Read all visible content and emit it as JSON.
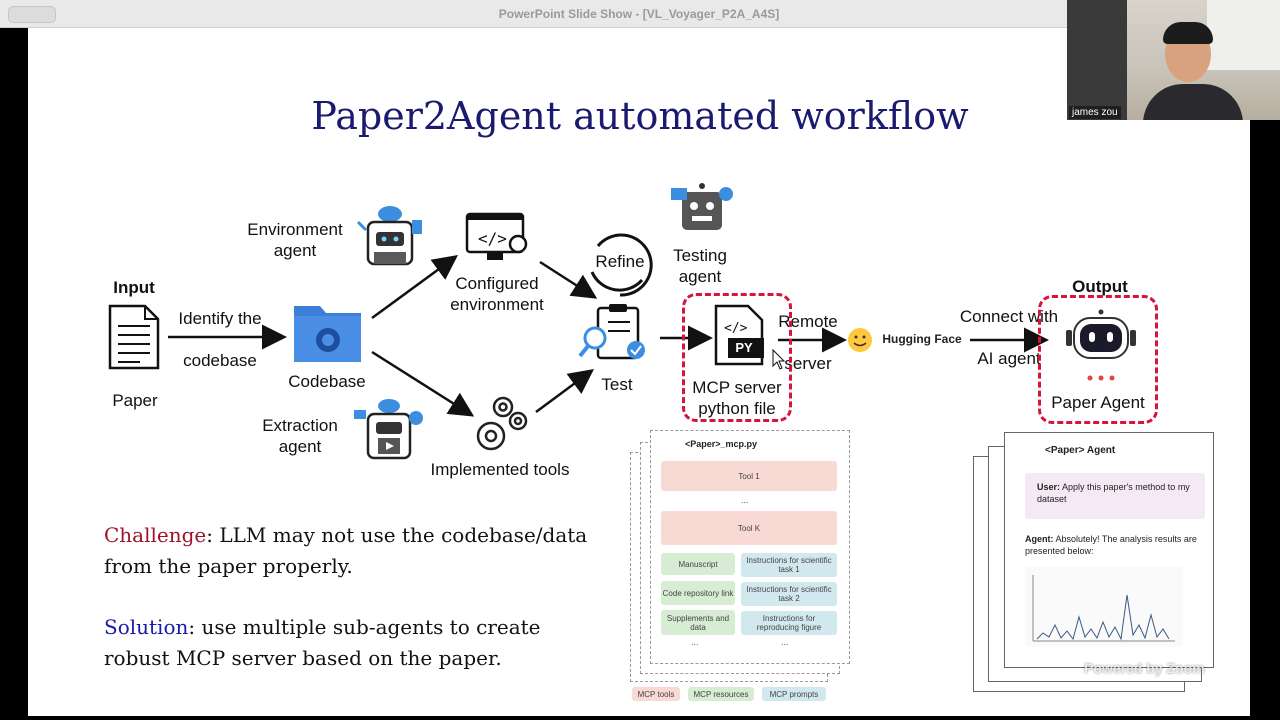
{
  "window": {
    "title": "PowerPoint Slide Show - [VL_Voyager_P2A_A4S]"
  },
  "participant": {
    "name": "james zou"
  },
  "slide": {
    "title": "Paper2Agent automated workflow",
    "input_label": "Input",
    "paper_label": "Paper",
    "identify_line1": "Identify the",
    "identify_line2": "codebase",
    "codebase_label": "Codebase",
    "env_agent_line1": "Environment",
    "env_agent_line2": "agent",
    "configured_line1": "Configured",
    "configured_line2": "environment",
    "extraction_line1": "Extraction",
    "extraction_line2": "agent",
    "implemented_tools": "Implemented tools",
    "refine": "Refine",
    "testing_line1": "Testing",
    "testing_line2": "agent",
    "test": "Test",
    "mcp_line1": "MCP server",
    "mcp_line2": "python file",
    "py_badge": "PY",
    "remote_line1": "Remote",
    "remote_line2": "server",
    "hf_label": "Hugging Face",
    "connect_line1": "Connect with",
    "connect_line2": "AI agent",
    "output_label": "Output",
    "paper_agent": "Paper Agent",
    "challenge_label": "Challenge",
    "challenge_text": ": LLM may not use the codebase/data",
    "challenge_text2": "from the paper properly.",
    "solution_label": "Solution",
    "solution_text": ": use multiple sub-agents to create",
    "solution_text2": "robust MCP server based on the paper.",
    "mcp_card": {
      "header": "<Paper>_mcp.py",
      "tool1": "Tool 1",
      "ellipsis": "...",
      "toolk": "Tool K",
      "manuscript": "Manuscript",
      "code_repo": "Code repository link",
      "supplements": "Supplements and data",
      "instr1": "Instructions for scientific task 1",
      "instr2": "Instructions for scientific task 2",
      "instr3": "Instructions for reproducing figure",
      "legend_tools": "MCP tools",
      "legend_resources": "MCP resources",
      "legend_prompts": "MCP prompts"
    },
    "agent_card": {
      "header": "<Paper> Agent",
      "user_label": "User:",
      "user_text": "Apply this paper's method to my dataset",
      "agent_label": "Agent:",
      "agent_text": "Absolutely! The analysis results are presented below:"
    },
    "watermark": "Powered by Zoom"
  },
  "colors": {
    "title": "#1a1a6e",
    "challenge": "#a0122a",
    "solution": "#1a1aa8",
    "highlight": "#d6143c",
    "folder": "#3d7fd8"
  }
}
